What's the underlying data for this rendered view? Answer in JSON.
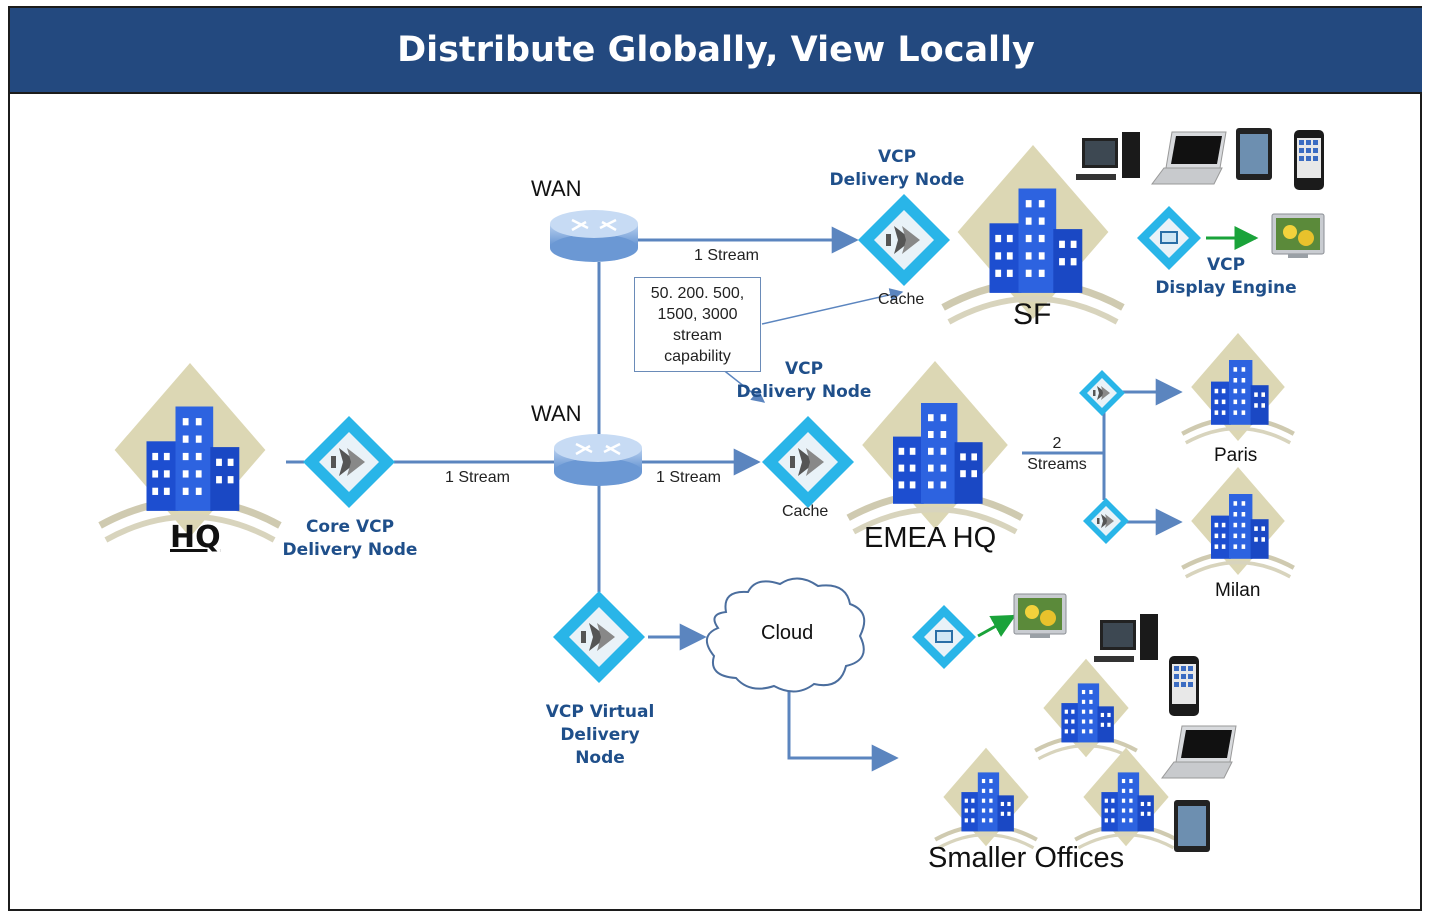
{
  "header": {
    "title": "Distribute Globally, View Locally"
  },
  "sites": {
    "hq": "HQ",
    "sf": "SF",
    "emea": "EMEA HQ",
    "paris": "Paris",
    "milan": "Milan",
    "smaller_offices": "Smaller Offices"
  },
  "routers": {
    "wan_top": "WAN",
    "wan_mid": "WAN"
  },
  "nodes": {
    "core": [
      "Core VCP",
      "Delivery Node"
    ],
    "sf_delivery": [
      "VCP",
      "Delivery Node"
    ],
    "emea_delivery": [
      "VCP",
      "Delivery Node"
    ],
    "virtual": [
      "VCP Virtual",
      "Delivery",
      "Node"
    ],
    "display_engine": [
      "VCP",
      "Display Engine"
    ]
  },
  "links": {
    "hq_stream": "1 Stream",
    "sf_stream": "1 Stream",
    "emea_stream": "1 Stream",
    "branch_streams": [
      "2",
      "Streams"
    ]
  },
  "cache": {
    "sf": "Cache",
    "emea": "Cache"
  },
  "callout": [
    "50. 200. 500,",
    "1500, 3000",
    "stream",
    "capability"
  ],
  "cloud": {
    "label": "Cloud"
  },
  "colors": {
    "banner": "#23497f",
    "connector": "#5b85bf",
    "node_cyan": "#29b5e8",
    "building": "#1a4fd0",
    "green_arrow": "#1aa33a"
  }
}
